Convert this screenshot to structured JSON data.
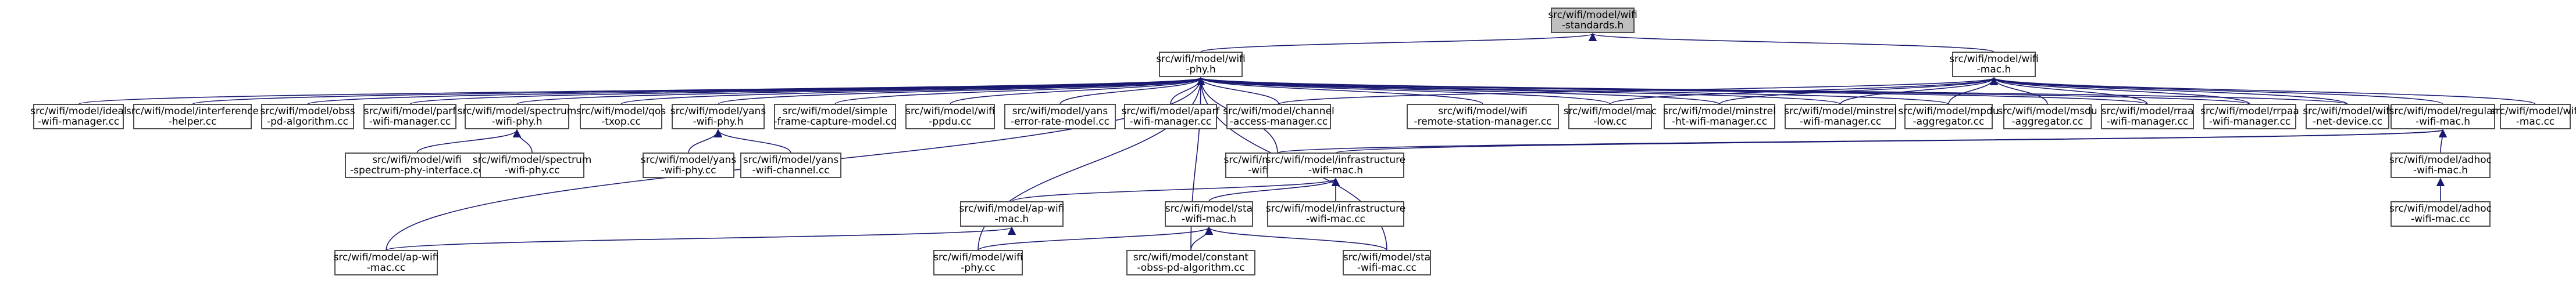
{
  "graph": {
    "title": "",
    "colors": {
      "node_border": "#4d4d4d",
      "root_fill": "#bfbfbf",
      "edge": "#191970",
      "node_fill": "#ffffff"
    },
    "nodes": [
      {
        "id": "root",
        "line1": "src/wifi/model/wifi",
        "line2": "-standards.h",
        "root": true
      },
      {
        "id": "wifiphy_h",
        "line1": "src/wifi/model/wifi",
        "line2": "-phy.h"
      },
      {
        "id": "wifimac_h",
        "line1": "src/wifi/model/wifi",
        "line2": "-mac.h"
      },
      {
        "id": "ideal",
        "line1": "src/wifi/model/ideal",
        "line2": "-wifi-manager.cc"
      },
      {
        "id": "interference",
        "line1": "src/wifi/model/interference",
        "line2": "-helper.cc"
      },
      {
        "id": "obss",
        "line1": "src/wifi/model/obss",
        "line2": "-pd-algorithm.cc"
      },
      {
        "id": "parf",
        "line1": "src/wifi/model/parf",
        "line2": "-wifi-manager.cc"
      },
      {
        "id": "spectrum_h",
        "line1": "src/wifi/model/spectrum",
        "line2": "-wifi-phy.h"
      },
      {
        "id": "qos",
        "line1": "src/wifi/model/qos",
        "line2": "-txop.cc"
      },
      {
        "id": "yans_h",
        "line1": "src/wifi/model/yans",
        "line2": "-wifi-phy.h"
      },
      {
        "id": "simple",
        "line1": "src/wifi/model/simple",
        "line2": "-frame-capture-model.cc"
      },
      {
        "id": "ppdu",
        "line1": "src/wifi/model/wifi",
        "line2": "-ppdu.cc"
      },
      {
        "id": "yanserr",
        "line1": "src/wifi/model/yans",
        "line2": "-error-rate-model.cc"
      },
      {
        "id": "aparf",
        "line1": "src/wifi/model/aparf",
        "line2": "-wifi-manager.cc"
      },
      {
        "id": "channel",
        "line1": "src/wifi/model/channel",
        "line2": "-access-manager.cc"
      },
      {
        "id": "remote",
        "line1": "src/wifi/model/wifi",
        "line2": "-remote-station-manager.cc"
      },
      {
        "id": "maclow",
        "line1": "src/wifi/model/mac",
        "line2": "-low.cc"
      },
      {
        "id": "minhtwifi",
        "line1": "src/wifi/model/minstrel",
        "line2": "-ht-wifi-manager.cc"
      },
      {
        "id": "minwifi",
        "line1": "src/wifi/model/minstrel",
        "line2": "-wifi-manager.cc"
      },
      {
        "id": "mpdu",
        "line1": "src/wifi/model/mpdu",
        "line2": "-aggregator.cc"
      },
      {
        "id": "msdu",
        "line1": "src/wifi/model/msdu",
        "line2": "-aggregator.cc"
      },
      {
        "id": "rraa",
        "line1": "src/wifi/model/rraa",
        "line2": "-wifi-manager.cc"
      },
      {
        "id": "rrpaa",
        "line1": "src/wifi/model/rrpaa",
        "line2": "-wifi-manager.cc"
      },
      {
        "id": "netdev",
        "line1": "src/wifi/model/wifi",
        "line2": "-net-device.cc"
      },
      {
        "id": "regular_h",
        "line1": "src/wifi/model/regular",
        "line2": "-wifi-mac.h"
      },
      {
        "id": "wifimac_cc",
        "line1": "src/wifi/model/wifi",
        "line2": "-mac.cc"
      },
      {
        "id": "spectrum_if",
        "line1": "src/wifi/model/wifi",
        "line2": "-spectrum-phy-interface.cc"
      },
      {
        "id": "spectrum_cc",
        "line1": "src/wifi/model/spectrum",
        "line2": "-wifi-phy.cc"
      },
      {
        "id": "yansphy_cc",
        "line1": "src/wifi/model/yans",
        "line2": "-wifi-phy.cc"
      },
      {
        "id": "yanschan",
        "line1": "src/wifi/model/yans",
        "line2": "-wifi-channel.cc"
      },
      {
        "id": "regular_cc",
        "line1": "src/wifi/model/regular",
        "line2": "-wifi-mac.cc"
      },
      {
        "id": "infra_h",
        "line1": "src/wifi/model/infrastructure",
        "line2": "-wifi-mac.h"
      },
      {
        "id": "adhoc_h",
        "line1": "src/wifi/model/adhoc",
        "line2": "-wifi-mac.h"
      },
      {
        "id": "ap_h",
        "line1": "src/wifi/model/ap-wifi",
        "line2": "-mac.h"
      },
      {
        "id": "sta_h",
        "line1": "src/wifi/model/sta",
        "line2": "-wifi-mac.h"
      },
      {
        "id": "infra_cc",
        "line1": "src/wifi/model/infrastructure",
        "line2": "-wifi-mac.cc"
      },
      {
        "id": "adhoc_cc",
        "line1": "src/wifi/model/adhoc",
        "line2": "-wifi-mac.cc"
      },
      {
        "id": "ap_cc",
        "line1": "src/wifi/model/ap-wifi",
        "line2": "-mac.cc"
      },
      {
        "id": "wifiphy_cc",
        "line1": "src/wifi/model/wifi",
        "line2": "-phy.cc"
      },
      {
        "id": "constant",
        "line1": "src/wifi/model/constant",
        "line2": "-obss-pd-algorithm.cc"
      },
      {
        "id": "sta_cc",
        "line1": "src/wifi/model/sta",
        "line2": "-wifi-mac.cc"
      }
    ],
    "edges": [
      [
        "wifiphy_h",
        "root"
      ],
      [
        "wifimac_h",
        "root"
      ],
      [
        "ideal",
        "wifiphy_h"
      ],
      [
        "interference",
        "wifiphy_h"
      ],
      [
        "obss",
        "wifiphy_h"
      ],
      [
        "parf",
        "wifiphy_h"
      ],
      [
        "spectrum_h",
        "wifiphy_h"
      ],
      [
        "qos",
        "wifiphy_h"
      ],
      [
        "yans_h",
        "wifiphy_h"
      ],
      [
        "simple",
        "wifiphy_h"
      ],
      [
        "ppdu",
        "wifiphy_h"
      ],
      [
        "yanserr",
        "wifiphy_h"
      ],
      [
        "aparf",
        "wifiphy_h"
      ],
      [
        "channel",
        "wifiphy_h"
      ],
      [
        "remote",
        "wifiphy_h"
      ],
      [
        "maclow",
        "wifiphy_h"
      ],
      [
        "minhtwifi",
        "wifiphy_h"
      ],
      [
        "minwifi",
        "wifiphy_h"
      ],
      [
        "mpdu",
        "wifiphy_h"
      ],
      [
        "rraa",
        "wifiphy_h"
      ],
      [
        "rrpaa",
        "wifiphy_h"
      ],
      [
        "netdev",
        "wifiphy_h"
      ],
      [
        "regular_cc",
        "wifiphy_h"
      ],
      [
        "ap_cc",
        "wifiphy_h"
      ],
      [
        "wifiphy_cc",
        "wifiphy_h"
      ],
      [
        "constant",
        "wifiphy_h"
      ],
      [
        "sta_cc",
        "wifiphy_h"
      ],
      [
        "channel",
        "wifimac_h"
      ],
      [
        "maclow",
        "wifimac_h"
      ],
      [
        "minhtwifi",
        "wifimac_h"
      ],
      [
        "minwifi",
        "wifimac_h"
      ],
      [
        "mpdu",
        "wifimac_h"
      ],
      [
        "msdu",
        "wifimac_h"
      ],
      [
        "rraa",
        "wifimac_h"
      ],
      [
        "rrpaa",
        "wifimac_h"
      ],
      [
        "netdev",
        "wifimac_h"
      ],
      [
        "regular_h",
        "wifimac_h"
      ],
      [
        "wifimac_cc",
        "wifimac_h"
      ],
      [
        "spectrum_if",
        "spectrum_h"
      ],
      [
        "spectrum_cc",
        "spectrum_h"
      ],
      [
        "yansphy_cc",
        "yans_h"
      ],
      [
        "yanschan",
        "yans_h"
      ],
      [
        "regular_cc",
        "regular_h"
      ],
      [
        "infra_h",
        "regular_h"
      ],
      [
        "adhoc_h",
        "regular_h"
      ],
      [
        "ap_h",
        "infra_h"
      ],
      [
        "sta_h",
        "infra_h"
      ],
      [
        "infra_cc",
        "infra_h"
      ],
      [
        "adhoc_cc",
        "adhoc_h"
      ],
      [
        "ap_cc",
        "ap_h"
      ],
      [
        "wifiphy_cc",
        "sta_h"
      ],
      [
        "constant",
        "sta_h"
      ],
      [
        "sta_cc",
        "sta_h"
      ]
    ]
  }
}
